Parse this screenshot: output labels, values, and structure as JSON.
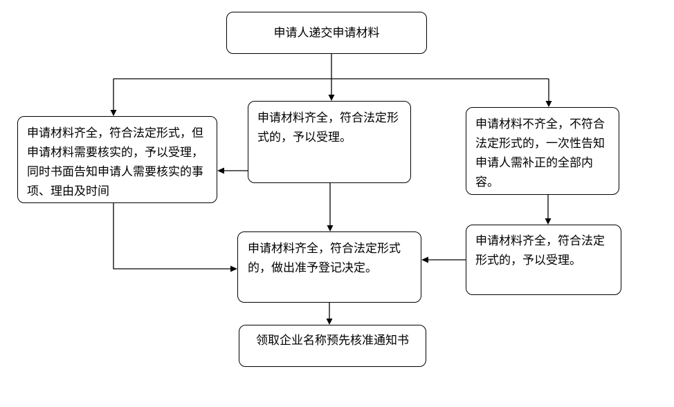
{
  "diagram": {
    "type": "flowchart",
    "background_color": "#ffffff",
    "line_color": "#000000",
    "box_fill_color": "#ffffff",
    "nodes": {
      "submit": {
        "label": "申请人递交申请材料"
      },
      "verify_accept": {
        "label": "申请材料齐全，符合法定形式，但申请材料需要核实的，予以受理，同时书面告知申请人需要核实的事项、理由及时间"
      },
      "complete_accept": {
        "label": "申请材料齐全，符合法定形式的，予以受理。"
      },
      "incomplete_notify": {
        "label": "申请材料不齐全，不符合法定形式的，一次性告知申请人需补正的全部内容。"
      },
      "resubmit_accept": {
        "label": "申请材料齐全，符合法定形式的，予以受理。"
      },
      "approve_decision": {
        "label": "申请材料齐全，符合法定形式的，做出准予登记决定。"
      },
      "receive_notice": {
        "label": "领取企业名称预先核准通知书"
      }
    },
    "edges": [
      {
        "from": "submit",
        "to": "verify_accept"
      },
      {
        "from": "submit",
        "to": "complete_accept"
      },
      {
        "from": "submit",
        "to": "incomplete_notify"
      },
      {
        "from": "complete_accept",
        "to": "verify_accept"
      },
      {
        "from": "complete_accept",
        "to": "approve_decision"
      },
      {
        "from": "verify_accept",
        "to": "approve_decision"
      },
      {
        "from": "incomplete_notify",
        "to": "resubmit_accept"
      },
      {
        "from": "resubmit_accept",
        "to": "approve_decision"
      },
      {
        "from": "approve_decision",
        "to": "receive_notice"
      }
    ]
  }
}
